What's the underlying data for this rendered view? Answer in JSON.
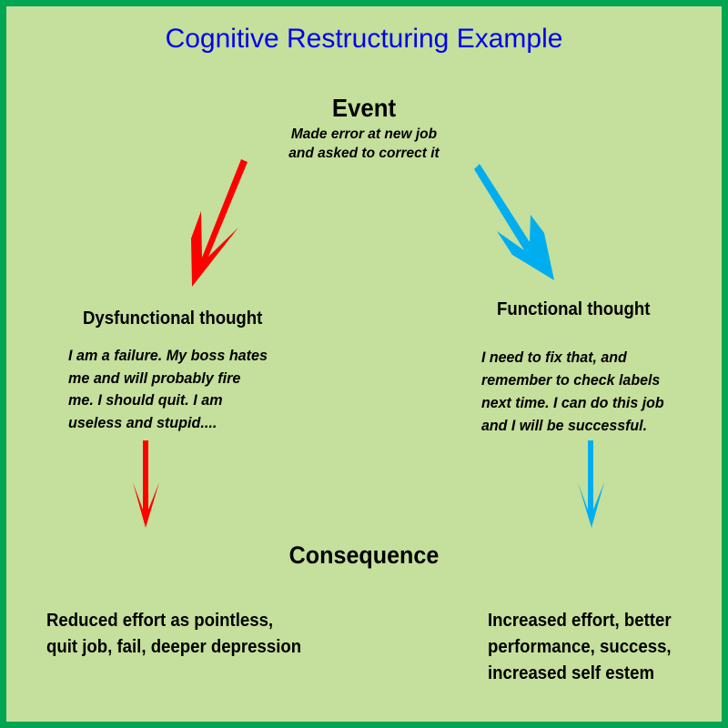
{
  "title": "Cognitive Restructuring Example",
  "colors": {
    "border": "#00a651",
    "background": "#c5df9c",
    "title": "#0000ee",
    "dysfunctional_arrow": "#ff0000",
    "functional_arrow": "#00aeef"
  },
  "event": {
    "heading": "Event",
    "description": "Made error at new job\nand asked to correct it"
  },
  "dysfunctional": {
    "heading": "Dysfunctional thought",
    "description": "I am a failure. My boss hates\nme and will probably fire\nme. I should quit. I am\nuseless and stupid....",
    "consequence": "Reduced effort as pointless,\nquit job, fail, deeper depression"
  },
  "functional": {
    "heading": "Functional thought",
    "description": "I need to fix that, and\nremember  to check labels\nnext time.  I can do this job\nand I will be successful.",
    "consequence": "Increased effort, better\nperformance, success,\nincreased self estem"
  },
  "consequence": {
    "heading": "Consequence"
  },
  "arrows": [
    {
      "name": "event-to-dysfunctional-arrow",
      "color_key": "dysfunctional_arrow",
      "from": "event",
      "to": "dysfunctional"
    },
    {
      "name": "event-to-functional-arrow",
      "color_key": "functional_arrow",
      "from": "event",
      "to": "functional"
    },
    {
      "name": "dysfunctional-to-consequence-arrow",
      "color_key": "dysfunctional_arrow",
      "from": "dysfunctional",
      "to": "consequence"
    },
    {
      "name": "functional-to-consequence-arrow",
      "color_key": "functional_arrow",
      "from": "functional",
      "to": "consequence"
    }
  ]
}
